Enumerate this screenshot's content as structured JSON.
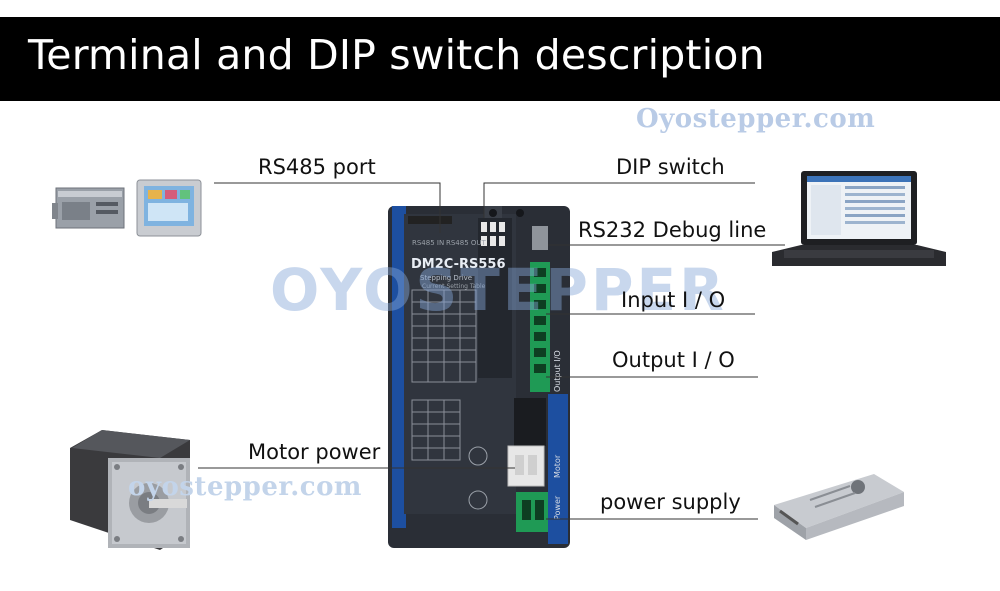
{
  "header": {
    "title": "Terminal and DIP switch description"
  },
  "watermark": {
    "site": "Oyostepper.com",
    "site_lower": "oyostepper.com",
    "logo": "OYOSTEPPER"
  },
  "device": {
    "model": "DM2C-RS556",
    "subtitle": "Stepping Drive",
    "table_title": "Current Setting Table",
    "port_in": "RS485 IN",
    "port_out": "RS485 OUT",
    "side_output": "Output I/O",
    "side_motor": "Motor",
    "side_power": "Power"
  },
  "labels": {
    "rs485": "RS485 port",
    "dip": "DIP switch",
    "rs232": "RS232 Debug line",
    "input": "Input I / O",
    "output": "Output I / O",
    "motor": "Motor power",
    "power": "power supply"
  },
  "colors": {
    "header_bg": "#000000",
    "device_body": "#2a2e36",
    "device_stripe": "#1d4fa0",
    "terminal_green": "#1f9a55",
    "watermark": "#b9cbe6"
  }
}
